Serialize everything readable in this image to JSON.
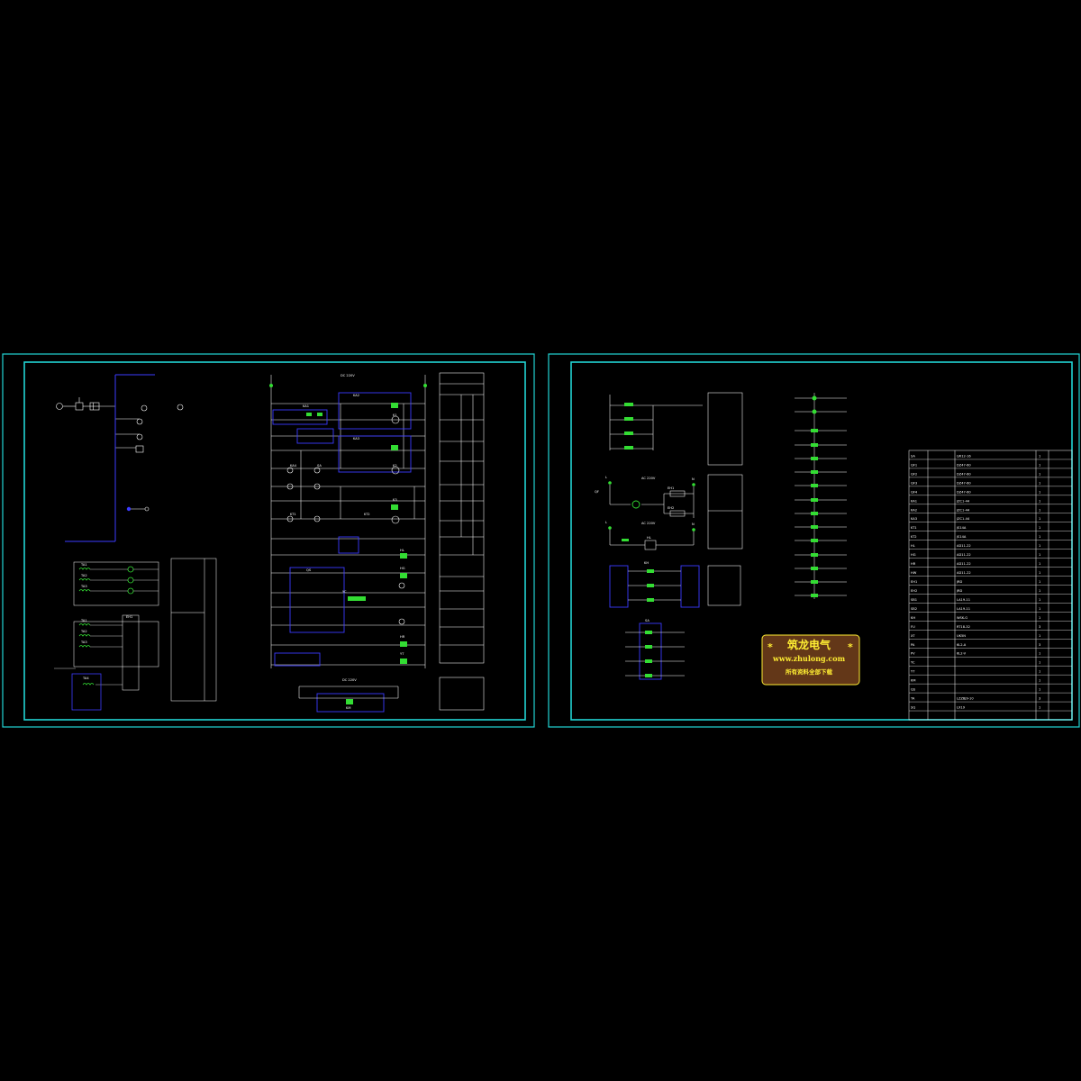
{
  "colors": {
    "background": "#000000",
    "frame": "#22d4d4",
    "wire": "#ffffff",
    "component": "#3b3bff",
    "green": "#33dd33",
    "text": "#ffffff",
    "watermark": "#ffee33"
  },
  "left_sheet": {
    "dc_label_top": "DC 220V",
    "dc_label_bottom": "DC 220V",
    "ct_labels": [
      "TA1",
      "TA2",
      "TA3",
      "TA1",
      "TA2",
      "TA3",
      "TA4"
    ],
    "relay_labels": [
      "KA1",
      "KA2",
      "KA3",
      "KA4",
      "KT1",
      "KT2",
      "K1",
      "K2",
      "K3"
    ],
    "misc_labels": [
      "SA",
      "QS",
      "HL",
      "HG",
      "HR",
      "YT",
      "YC",
      "KM",
      "EH1"
    ]
  },
  "right_sheet": {
    "ac_label_1": "AC 220V",
    "ac_label_2": "AC 220V",
    "terminal_labels": [
      "L",
      "N",
      "L",
      "N",
      "EH1",
      "EH2",
      "HL",
      "KH",
      "SA",
      "QF"
    ]
  },
  "bom": {
    "codes": [
      "SA",
      "QF1",
      "QF2",
      "QF3",
      "QF4",
      "KA1",
      "KA2",
      "KA3",
      "KT1",
      "KT2",
      "HL",
      "HG",
      "HR",
      "HW",
      "EH1",
      "EH2",
      "SB1",
      "SB2",
      "KH",
      "FU",
      "XT",
      "PA",
      "PV",
      "YC",
      "YT",
      "KM",
      "QS",
      "TA",
      "SQ"
    ],
    "models": [
      "LW12-16",
      "DZ47-60",
      "DZ47-60",
      "DZ47-60",
      "DZ47-60",
      "JZC1-44",
      "JZC1-44",
      "JZC1-44",
      "JS14A",
      "JS14A",
      "AD11-22",
      "AD11-22",
      "AD11-22",
      "AD11-22",
      "JRD",
      "JRD",
      "LA19-11",
      "LA19-11",
      "WSK-G",
      "RT18-32",
      "UK5N",
      "6L2-A",
      "6L2-V",
      "",
      "",
      "",
      "",
      "LZZBJ9-10",
      "LX19"
    ],
    "qty": [
      "1",
      "1",
      "1",
      "1",
      "1",
      "1",
      "1",
      "1",
      "1",
      "1",
      "1",
      "1",
      "1",
      "1",
      "1",
      "1",
      "1",
      "1",
      "1",
      "3",
      "1",
      "3",
      "1",
      "1",
      "1",
      "1",
      "1",
      "3",
      "1"
    ]
  },
  "watermark": {
    "title": "筑龙电气",
    "star": "*",
    "url": "www.zhulong.com",
    "subtitle": "所有资料全部下载"
  }
}
